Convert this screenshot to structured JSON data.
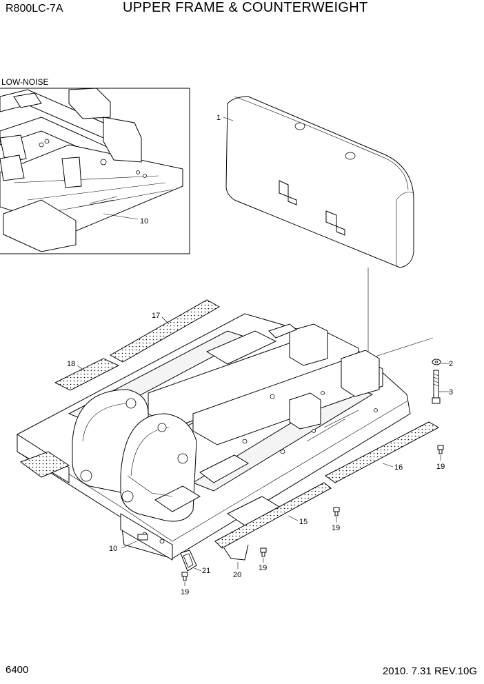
{
  "header": {
    "model": "R800LC-7A",
    "title": "UPPER FRAME & COUNTERWEIGHT"
  },
  "inset": {
    "label": "LOW-NOISE",
    "callout": "10"
  },
  "callouts": {
    "counterweight": "1",
    "washer": "2",
    "bolt": "3",
    "frame": "10",
    "step_15": "15",
    "step_16": "16",
    "step_17": "17",
    "step_18": "18",
    "bolt_19_a": "19",
    "bolt_19_b": "19",
    "bolt_19_c": "19",
    "bolt_19_d": "19",
    "handle_20": "20",
    "handle_21": "21"
  },
  "footer": {
    "page": "6400",
    "revision": "2010. 7.31  REV.10G"
  }
}
